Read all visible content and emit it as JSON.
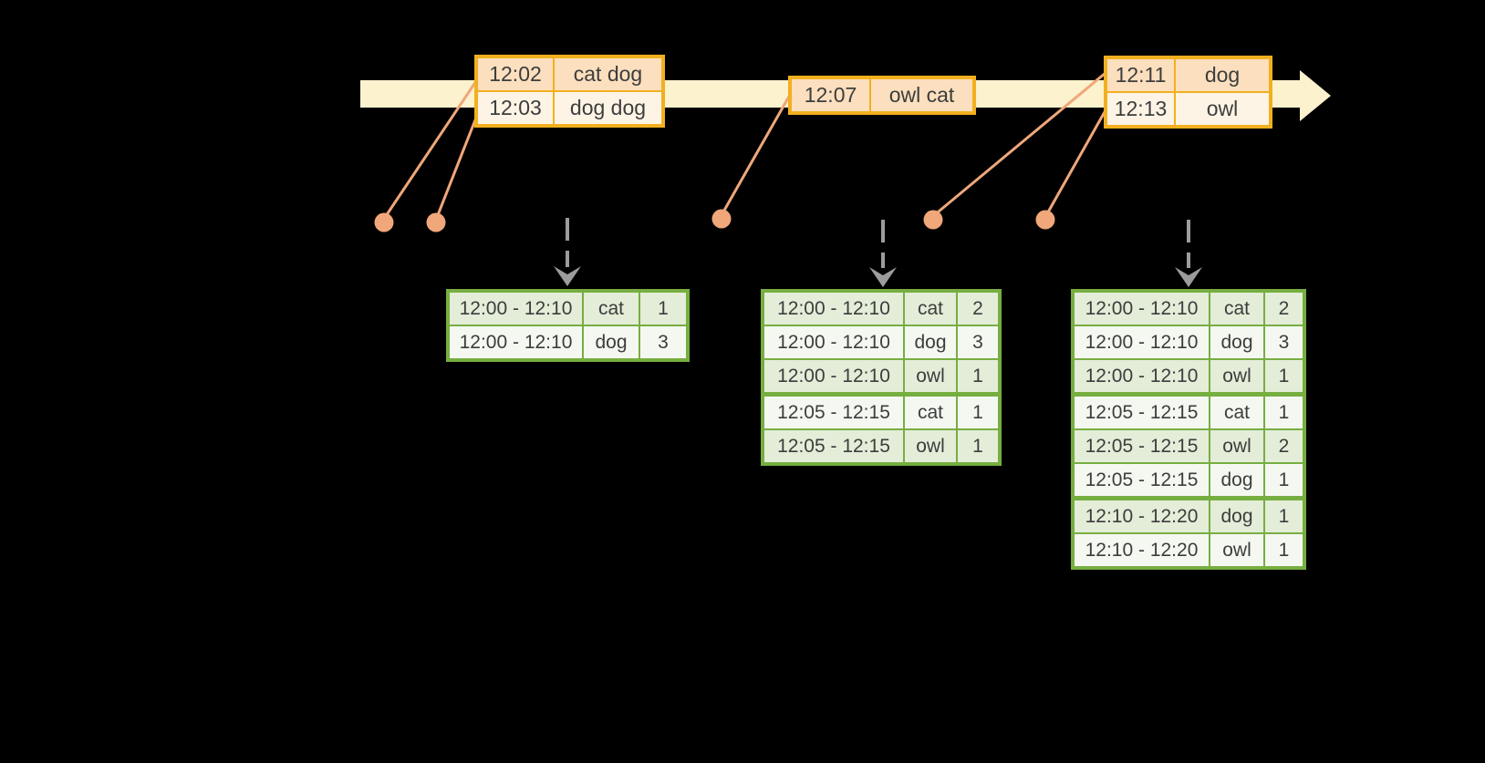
{
  "colors": {
    "background": "#000000",
    "timeline_fill": "#FCF2CD",
    "event_table_border": "#F2B01F",
    "event_row_dark": "#FBDFBE",
    "event_row_light": "#FEF4E6",
    "connector_and_dots": "#F0A77A",
    "trigger_arrow_gray": "#9C9C9C",
    "result_table_border": "#77AE40",
    "result_row_green": "#E3EDD8",
    "result_row_white": "#F4F8F1",
    "text": "#3D3D3D"
  },
  "event_tables": [
    {
      "rows": [
        {
          "time": "12:02",
          "words": "cat dog"
        },
        {
          "time": "12:03",
          "words": "dog dog"
        }
      ]
    },
    {
      "rows": [
        {
          "time": "12:07",
          "words": "owl cat"
        }
      ]
    },
    {
      "rows": [
        {
          "time": "12:11",
          "words": "dog"
        },
        {
          "time": "12:13",
          "words": "owl"
        }
      ]
    }
  ],
  "result_tables": [
    {
      "rows": [
        {
          "window": "12:00 - 12:10",
          "word": "cat",
          "count": "1"
        },
        {
          "window": "12:00 - 12:10",
          "word": "dog",
          "count": "3"
        }
      ]
    },
    {
      "rows": [
        {
          "window": "12:00 - 12:10",
          "word": "cat",
          "count": "2"
        },
        {
          "window": "12:00 - 12:10",
          "word": "dog",
          "count": "3"
        },
        {
          "window": "12:00 - 12:10",
          "word": "owl",
          "count": "1"
        },
        {
          "window": "12:05 - 12:15",
          "word": "cat",
          "count": "1"
        },
        {
          "window": "12:05 - 12:15",
          "word": "owl",
          "count": "1"
        }
      ]
    },
    {
      "rows": [
        {
          "window": "12:00 - 12:10",
          "word": "cat",
          "count": "2"
        },
        {
          "window": "12:00 - 12:10",
          "word": "dog",
          "count": "3"
        },
        {
          "window": "12:00 - 12:10",
          "word": "owl",
          "count": "1"
        },
        {
          "window": "12:05 - 12:15",
          "word": "cat",
          "count": "1"
        },
        {
          "window": "12:05 - 12:15",
          "word": "owl",
          "count": "2"
        },
        {
          "window": "12:05 - 12:15",
          "word": "dog",
          "count": "1"
        },
        {
          "window": "12:10 - 12:20",
          "word": "dog",
          "count": "1"
        },
        {
          "window": "12:10 - 12:20",
          "word": "owl",
          "count": "1"
        }
      ]
    }
  ]
}
